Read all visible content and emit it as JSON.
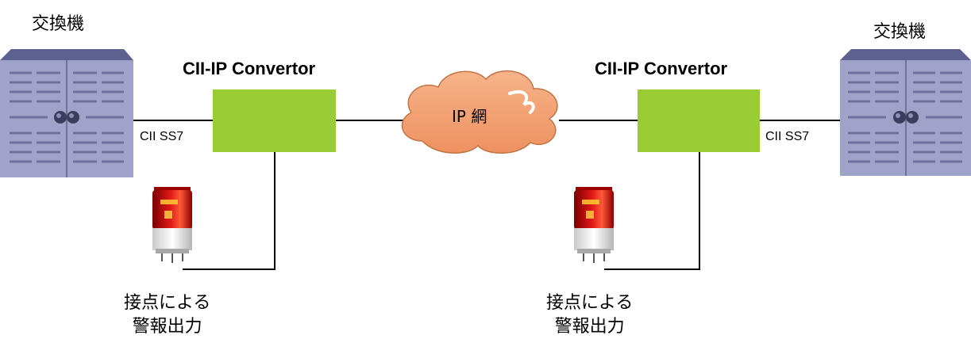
{
  "left": {
    "switch_label": "交換機",
    "converter_title": "CII-IP Convertor",
    "link_label": "CII SS7",
    "alarm_line1": "接点による",
    "alarm_line2": "警報出力"
  },
  "right": {
    "switch_label": "交換機",
    "converter_title": "CII-IP Convertor",
    "link_label": "CII SS7",
    "alarm_line1": "接点による",
    "alarm_line2": "警報出力"
  },
  "network": {
    "label": "IP 網"
  },
  "colors": {
    "converter": "#99cc33",
    "cloud_fill": "#f0a070",
    "switch_body": "#9fa3c9",
    "switch_top": "#5d6190",
    "alarm_red": "#cc1111"
  }
}
